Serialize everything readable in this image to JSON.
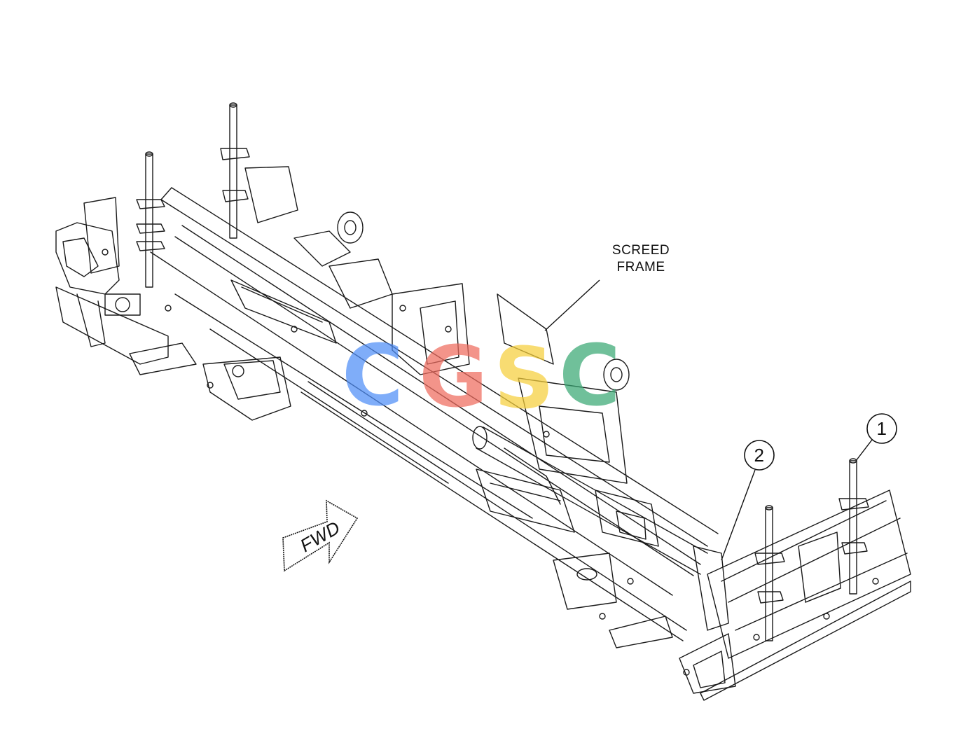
{
  "diagram": {
    "label_line1": "SCREED",
    "label_line2": "FRAME",
    "callout_1": "1",
    "callout_2": "2",
    "direction_label": "FWD",
    "watermark": {
      "letters": [
        "C",
        "G",
        "S",
        "C"
      ],
      "colors": [
        "#4f8ef7",
        "#ef6b5e",
        "#f6cf3c",
        "#3aa874"
      ]
    }
  }
}
